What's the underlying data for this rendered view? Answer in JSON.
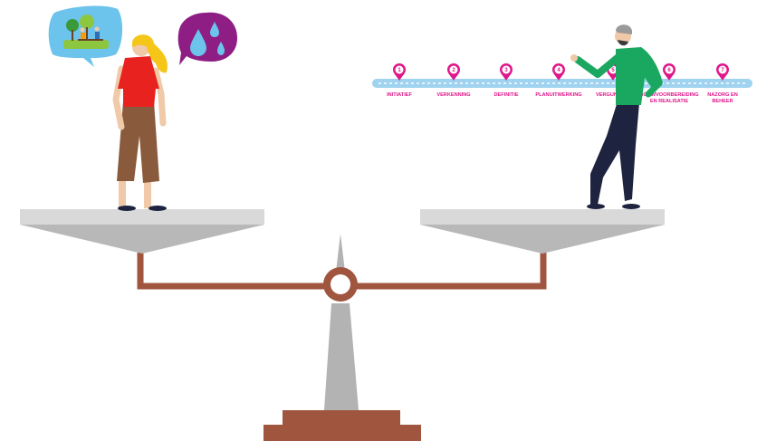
{
  "process": {
    "steps": [
      {
        "number": "1",
        "lines": [
          "INITIATIEF"
        ]
      },
      {
        "number": "2",
        "lines": [
          "VERKENNING"
        ]
      },
      {
        "number": "3",
        "lines": [
          "DEFINITIE"
        ]
      },
      {
        "number": "4",
        "lines": [
          "PLANUITWERKING"
        ]
      },
      {
        "number": "5",
        "lines": [
          "VERGUNNING"
        ]
      },
      {
        "number": "6",
        "lines": [
          "BOUWVOORBEREIDING",
          "EN REALISATIE"
        ]
      },
      {
        "number": "7",
        "lines": [
          "NAZORG EN",
          "BEHEER"
        ]
      }
    ]
  },
  "colors": {
    "track": "#9fd3ef",
    "pin": "#e0168a",
    "beam": "#a0553f",
    "pan": "#c8c8c8",
    "pan_top": "#d9d9d9",
    "pillar": "#b3b3b3",
    "woman_shirt": "#e8231f",
    "woman_pants": "#8a5a3c",
    "woman_hair": "#f5c518",
    "man_shirt": "#1aa860",
    "man_pants": "#1e2440",
    "thought_bubble_left": "#6cc3ec",
    "thought_bubble_right": "#8e1d84",
    "water_drop": "#6cc3ec"
  },
  "icons": {
    "left_bubble": "park-scene-icon",
    "right_bubble": "water-drops-icon"
  }
}
